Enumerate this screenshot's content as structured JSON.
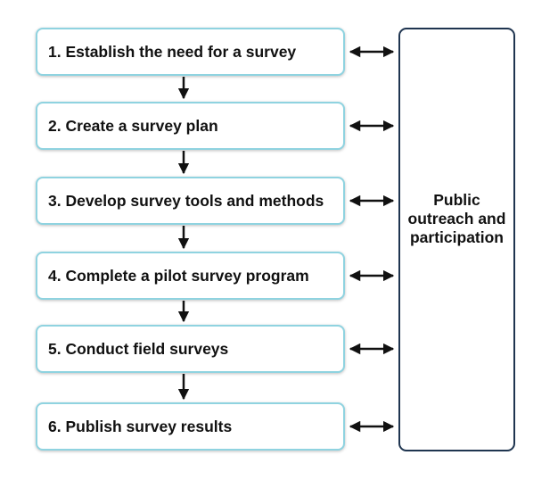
{
  "steps": [
    {
      "label": "1. Establish the need for a survey"
    },
    {
      "label": "2. Create a survey plan"
    },
    {
      "label": "3. Develop survey tools and methods"
    },
    {
      "label": "4. Complete a pilot survey program"
    },
    {
      "label": "5. Conduct field surveys"
    },
    {
      "label": "6. Publish survey results"
    }
  ],
  "side_panel": {
    "label": "Public outreach and participation"
  },
  "colors": {
    "step_border": "#8fd3e0",
    "side_border": "#1f3550",
    "arrow": "#111111"
  }
}
